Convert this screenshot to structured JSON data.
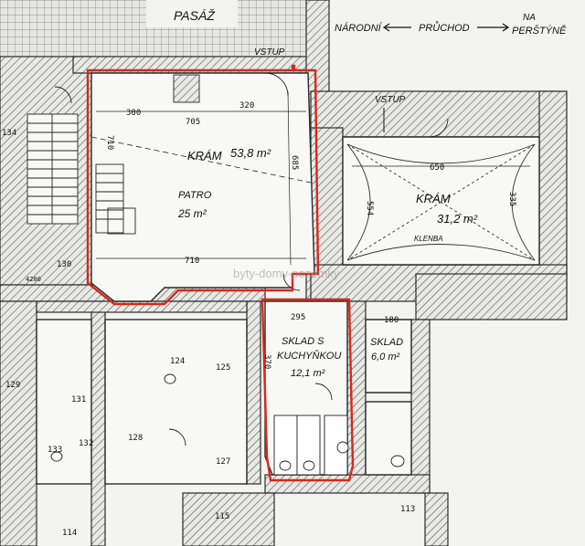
{
  "colors": {
    "highlight": "#d42a1a",
    "wall": "#2a2a2a",
    "paper": "#f3f3f1"
  },
  "header": {
    "pasaz": "PASÁŽ",
    "narodni": "NÁRODNÍ",
    "pruchod": "PRŮCHOD",
    "na": "NA",
    "perstyne": "PERŠTÝNĚ",
    "vstup_top": "VSTUP",
    "vstup_right": "VSTUP"
  },
  "rooms": {
    "kram1": {
      "name": "KRÁM",
      "area": "53,8 m²",
      "width_top_left": "300",
      "width_top_mid": "705",
      "width_top_right": "320",
      "height_left": "710",
      "height_right": "685",
      "width_bottom": "710"
    },
    "patro": {
      "name": "PATRO",
      "area": "25 m²"
    },
    "kram2": {
      "name": "KRÁM",
      "area": "31,2 m²",
      "width": "650",
      "height_left": "554",
      "height_right": "335",
      "vault": "KLENBA"
    },
    "sklad1": {
      "line1": "SKLAD S",
      "line2": "KUCHYŇKOU",
      "area": "12,1 m²",
      "width": "295",
      "height": "370"
    },
    "sklad2": {
      "name": "SKLAD",
      "area": "6,0 m²",
      "width": "180"
    }
  },
  "room_numbers": [
    "130",
    "134",
    "131",
    "129",
    "133",
    "132",
    "128",
    "124",
    "125",
    "127",
    "115",
    "114",
    "113",
    "4200"
  ],
  "watermark": "byty-domy-pozemky"
}
